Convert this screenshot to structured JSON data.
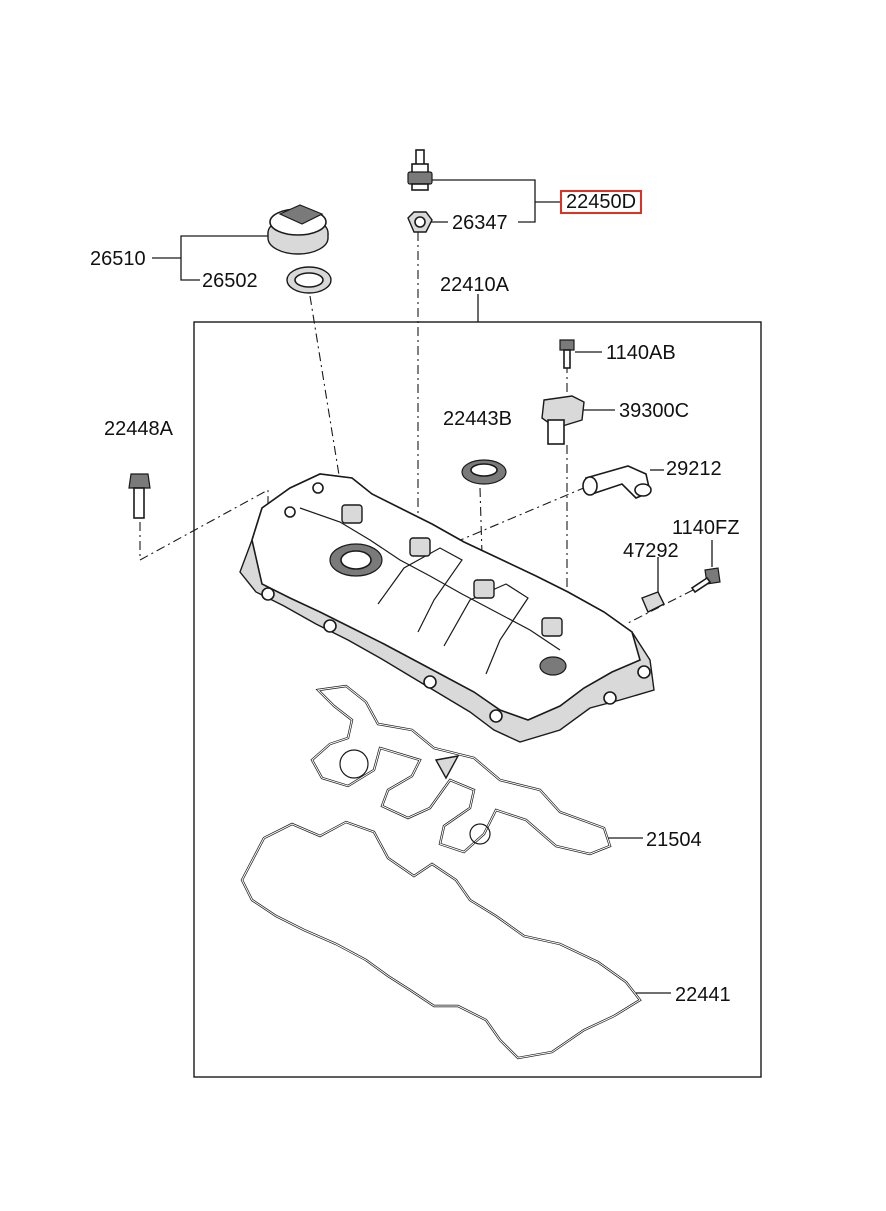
{
  "labels": {
    "p26510": "26510",
    "p26502": "26502",
    "p22450D": "22450D",
    "p26347": "26347",
    "p22410A": "22410A",
    "p1140AB": "1140AB",
    "p22448A": "22448A",
    "p22443B": "22443B",
    "p39300C": "39300C",
    "p29212": "29212",
    "p1140FZ": "1140FZ",
    "p47292": "47292",
    "p21504": "21504",
    "p22441": "22441"
  },
  "highlight_color": "#e0301e"
}
